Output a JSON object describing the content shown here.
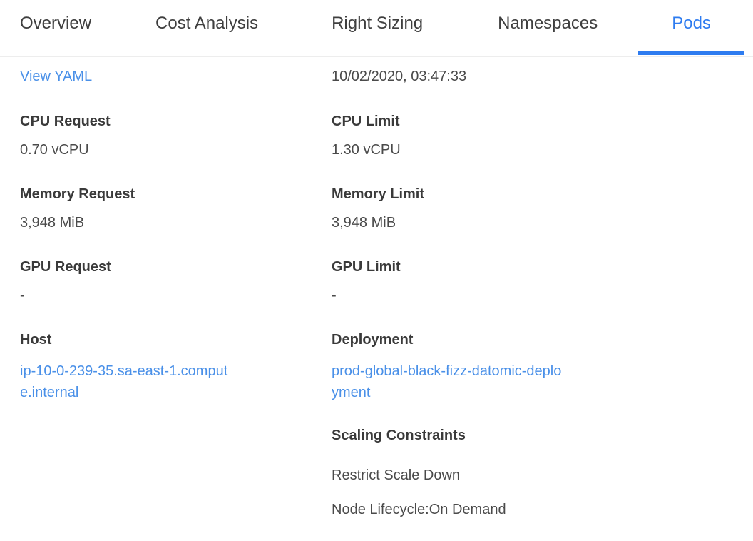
{
  "tabs": {
    "items": [
      {
        "label": "Overview",
        "active": false
      },
      {
        "label": "Cost Analysis",
        "active": false
      },
      {
        "label": "Right Sizing",
        "active": false
      },
      {
        "label": "Namespaces",
        "active": false
      },
      {
        "label": "Pods",
        "active": true
      }
    ]
  },
  "details": {
    "view_yaml_label": "View YAML",
    "timestamp": "10/02/2020, 03:47:33",
    "fields": {
      "cpu_request": {
        "label": "CPU Request",
        "value": "0.70 vCPU"
      },
      "cpu_limit": {
        "label": "CPU Limit",
        "value": "1.30 vCPU"
      },
      "memory_request": {
        "label": "Memory Request",
        "value": "3,948 MiB"
      },
      "memory_limit": {
        "label": "Memory Limit",
        "value": "3,948 MiB"
      },
      "gpu_request": {
        "label": "GPU Request",
        "value": "-"
      },
      "gpu_limit": {
        "label": "GPU Limit",
        "value": "-"
      },
      "host": {
        "label": "Host",
        "value": "ip-10-0-239-35.sa-east-1.compute.internal"
      },
      "deployment": {
        "label": "Deployment",
        "value": "prod-global-black-fizz-datomic-deployment"
      }
    },
    "scaling_constraints": {
      "label": "Scaling Constraints",
      "values": [
        "Restrict Scale Down",
        "Node Lifecycle:On Demand"
      ]
    }
  },
  "colors": {
    "accent_blue": "#2e7cf0",
    "link_blue": "#4a90e8",
    "text_dark": "#3a3a3a",
    "text_body": "#4a4a4a",
    "divider": "#ededed"
  }
}
